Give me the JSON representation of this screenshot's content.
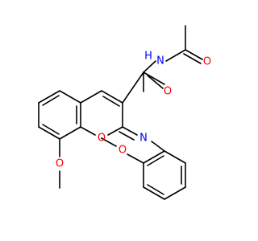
{
  "molecule": {
    "atom_labels": {
      "nh": "N",
      "nh_h": "H",
      "o_acetyl": "O",
      "o_amide": "O",
      "o_ring": "O",
      "n_imine": "N",
      "o_methoxy_left": "O",
      "o_methoxy_right": "O"
    },
    "colors": {
      "bond": "#000000",
      "oxygen": "#ff0000",
      "nitrogen": "#0000ff"
    }
  }
}
